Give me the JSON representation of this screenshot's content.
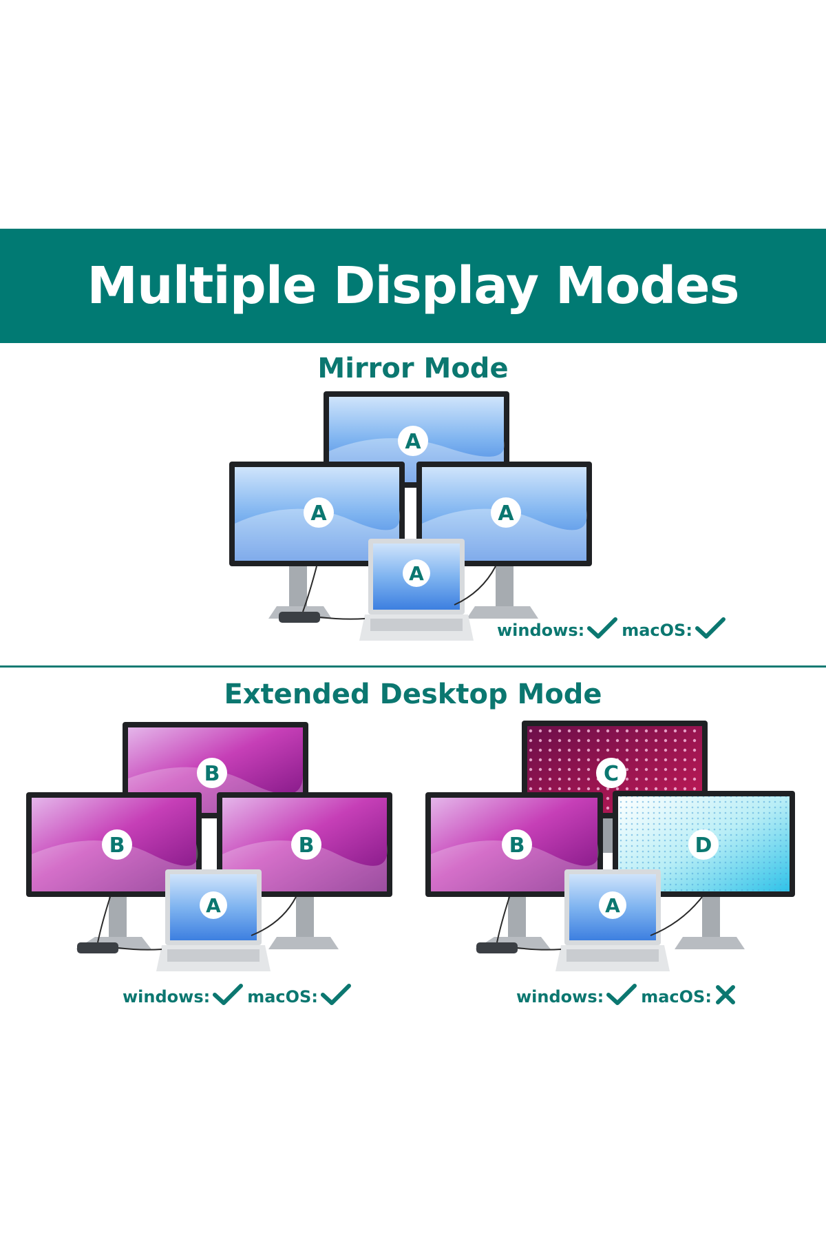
{
  "header": {
    "title": "Multiple Display Modes"
  },
  "mirror": {
    "title": "Mirror Mode",
    "labels": {
      "top": "A",
      "left": "A",
      "right": "A",
      "laptop": "A"
    },
    "compat": {
      "windows_label": "windows:",
      "mac_label": "macOS:",
      "windows": "check",
      "mac": "check"
    }
  },
  "extended": {
    "title": "Extended Desktop Mode",
    "left_setup": {
      "labels": {
        "top": "B",
        "left": "B",
        "right": "B",
        "laptop": "A"
      },
      "compat": {
        "windows_label": "windows:",
        "mac_label": "macOS:",
        "windows": "check",
        "mac": "check"
      }
    },
    "right_setup": {
      "labels": {
        "top": "C",
        "left": "B",
        "right": "D",
        "laptop": "A"
      },
      "compat": {
        "windows_label": "windows:",
        "mac_label": "macOS:",
        "windows": "check",
        "mac": "cross"
      }
    }
  },
  "colors": {
    "brand": "#017a73",
    "accent_text": "#0b7770",
    "screen_blue": "#6aa8ee",
    "screen_magenta": "#c02aa8",
    "screen_dots": "#a0184f",
    "screen_cyan": "#7ad6ec"
  },
  "icons": {
    "check": "checkmark-icon",
    "cross": "cross-icon",
    "dock": "usb-dock-icon"
  }
}
